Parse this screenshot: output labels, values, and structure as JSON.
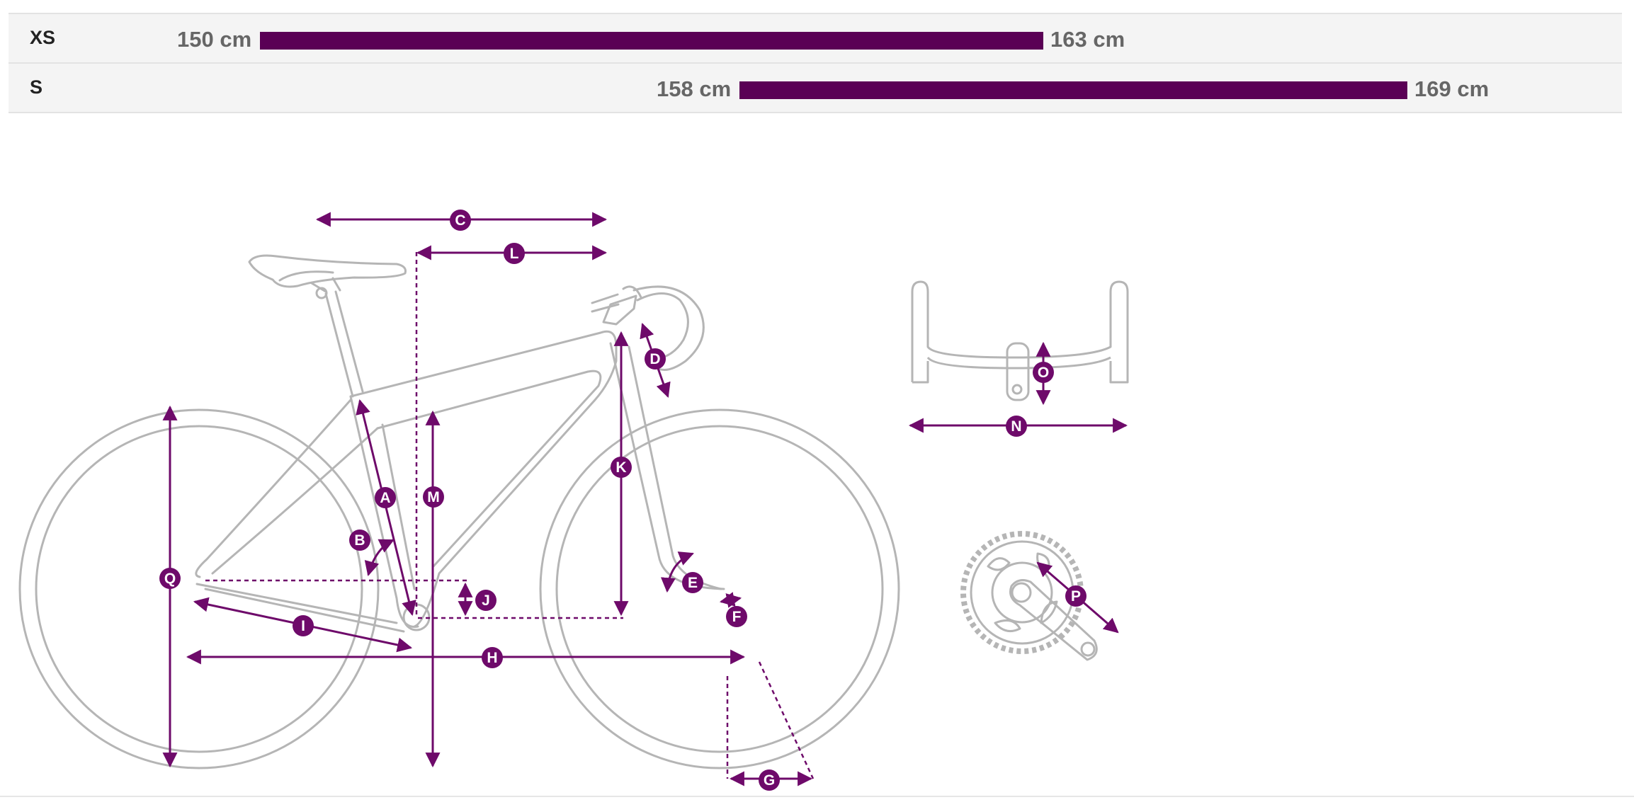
{
  "sizes": [
    {
      "label": "XS",
      "min": "150 cm",
      "max": "163 cm"
    },
    {
      "label": "S",
      "min": "158 cm",
      "max": "169 cm"
    }
  ],
  "geometry": {
    "labels": [
      "A",
      "B",
      "C",
      "D",
      "E",
      "F",
      "G",
      "H",
      "I",
      "J",
      "K",
      "L",
      "M",
      "N",
      "O",
      "P",
      "Q"
    ]
  },
  "colors": {
    "accent": "#5a0055",
    "line": "#6e0a6a",
    "frame": "#b5b5b5",
    "text_gray": "#666666"
  }
}
